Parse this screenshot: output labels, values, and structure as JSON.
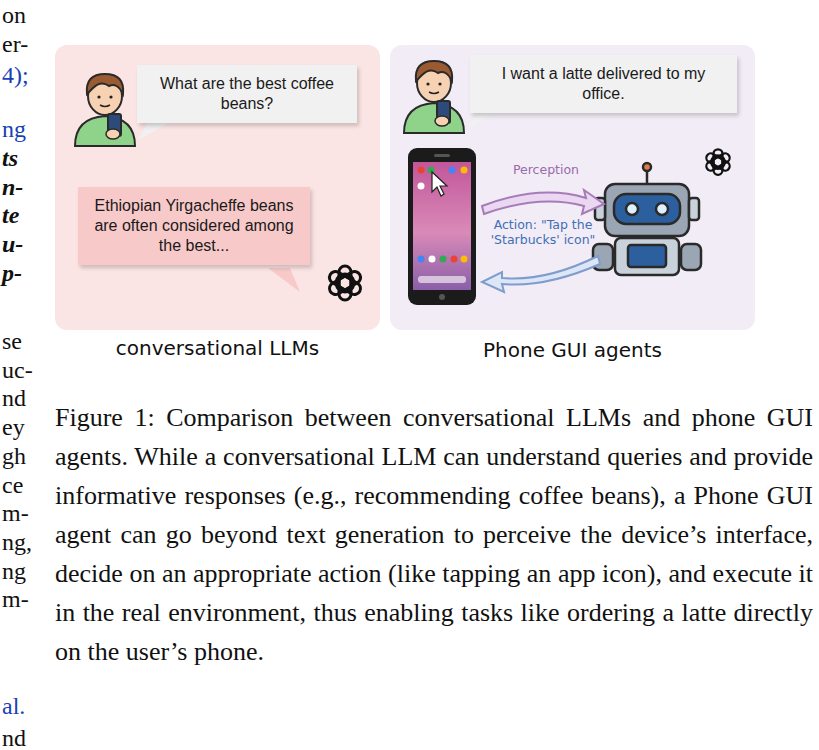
{
  "diagram": {
    "caption": "Figure 1: Comparison between conversational LLMs and phone GUI agents. While a conversational LLM can understand queries and provide informative responses (e.g., recommending coffee beans), a Phone GUI agent can go beyond text generation to perceive the device’s interface, decide on an appropriate action (like tapping an app icon), and execute it in the real environment, thus enabling tasks like ordering a latte directly on the user’s phone.",
    "nodes": [
      {
        "text": [
          "conversational LLMs"
        ]
      },
      {
        "text": [
          "What are the best coffee beans?"
        ],
        "in": 0
      },
      {
        "text": [
          "Ethiopian Yirgacheffe beans are often considered among the best..."
        ],
        "in": 0
      },
      {
        "text": [
          "Phone GUI agents"
        ]
      },
      {
        "text": [
          "I want a latte delivered to my office."
        ],
        "in": 3
      }
    ],
    "labels": [
      "on",
      "er-",
      "4);",
      "ng",
      "ts",
      "n-",
      "te",
      "u-",
      "p-",
      "se",
      "uc-",
      "nd",
      "ey",
      "gh",
      "ce",
      "m-",
      "ng,",
      "ng",
      "m-",
      "al.",
      "nd",
      "Perception",
      "Action: \"Tap the 'Starbucks' icon\""
    ]
  }
}
